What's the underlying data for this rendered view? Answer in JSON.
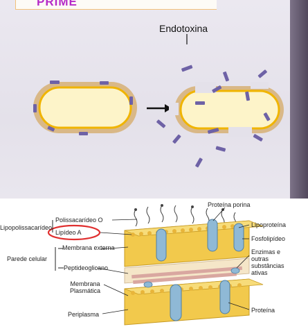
{
  "header": {
    "title": "PRIME"
  },
  "top_diagram": {
    "endotoxin_label": "Endotoxina",
    "colors": {
      "cell_fill": "#fdf4c9",
      "cell_wall": "#d9b887",
      "cell_border": "#f0b400",
      "endotoxin": "#6e62a6",
      "arrow": "#111111"
    }
  },
  "membrane_diagram": {
    "labels": {
      "lipopolysaccharide": "Lipopolissacarídeo",
      "polysaccharide_o": "Polissacarídeo O",
      "lipid_a": "Lipídeo A",
      "cell_wall": "Parede celular",
      "outer_membrane": "Membrana externa",
      "peptidoglycan": "Peptideoglicano",
      "plasma_membrane": "Membrana Plasmática",
      "periplasm": "Periplasma",
      "porin_protein": "Proteína porina",
      "lipoprotein": "Lipoproteína",
      "phospholipid": "Fosfolipídeo",
      "enzymes": "Enzimas e outras substâncias ativas",
      "protein": "Proteína"
    },
    "colors": {
      "bilayer": "#f2c94c",
      "lipid_tail": "#e0a930",
      "porin": "#8fb9d6",
      "peptidoglycan": "#d9a7a0",
      "highlight": "#e03030"
    }
  }
}
